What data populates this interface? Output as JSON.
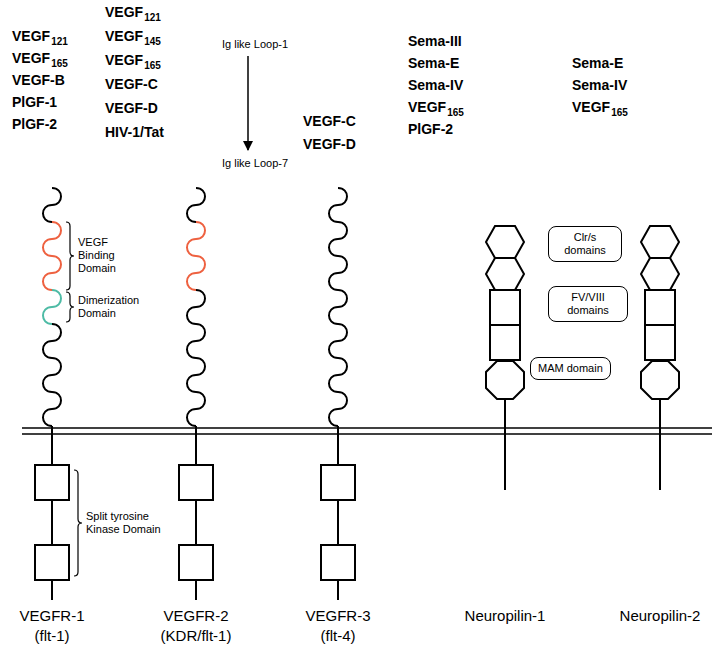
{
  "diagram": {
    "nodes": [
      {
        "text": [
          "Clr/s domains"
        ]
      },
      {
        "text": [
          "FV/VIII domains"
        ]
      },
      {
        "text": [
          "MAM domain"
        ]
      }
    ],
    "labels": [
      "VEGF",
      "121",
      "VEGF",
      "165",
      "VEGF-B",
      "PlGF-1",
      "PlGF-2",
      "VEGF",
      "121",
      "VEGF",
      "145",
      "VEGF",
      "165",
      "VEGF-C",
      "VEGF-D",
      "HIV-1/Tat",
      "Sema-III",
      "Sema-E",
      "Sema-IV",
      "VEGF",
      "165",
      "PlGF-2",
      "Sema-E",
      "Sema-IV",
      "VEGF",
      "165",
      "Ig like Loop-1",
      "VEGF-C",
      "VEGF-D",
      "Ig like Loop-7",
      "VEGF Binding Domain",
      "Dimerization Domain",
      "Split tyrosine Kinase Domain",
      "VEGFR-1 (flt-1)",
      "VEGFR-2 (KDR/flt-1)",
      "VEGFR-3 (flt-4)",
      "Neuropilin-1",
      "Neuropilin-2"
    ]
  }
}
